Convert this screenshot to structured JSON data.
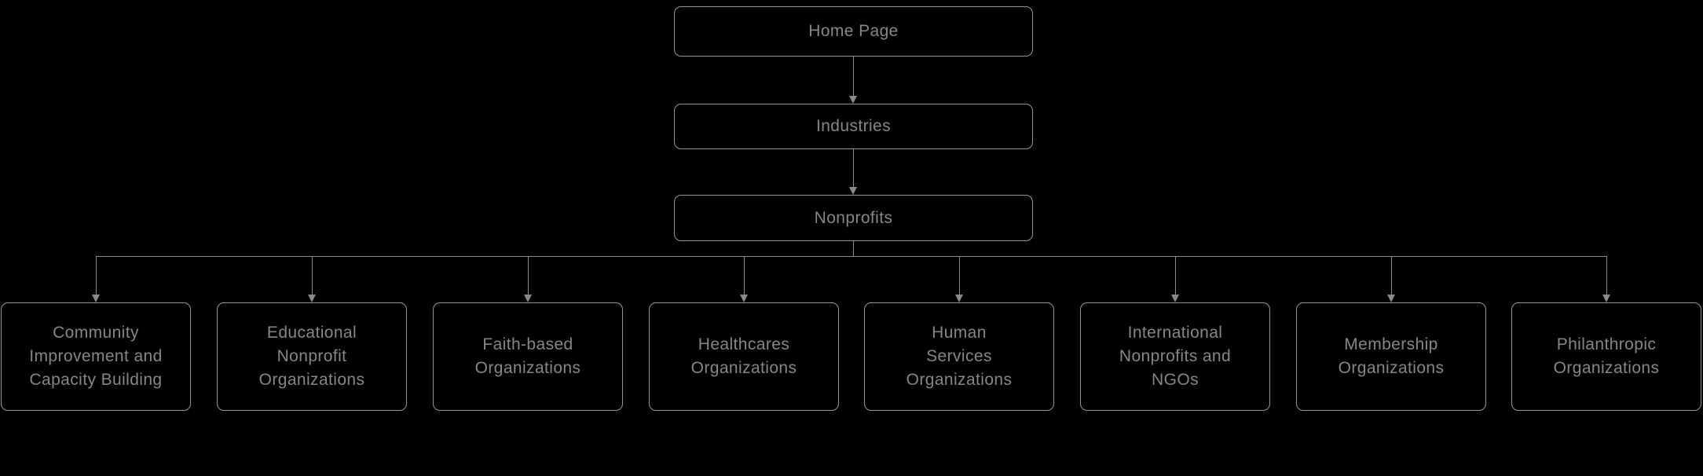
{
  "diagram": {
    "type": "sitemap-flowchart",
    "levels": [
      {
        "label": "Home Page"
      },
      {
        "label": "Industries"
      },
      {
        "label": "Nonprofits"
      }
    ],
    "children": [
      {
        "label": "Community\nImprovement and\nCapacity Building"
      },
      {
        "label": "Educational\nNonprofit\nOrganizations"
      },
      {
        "label": "Faith-based\nOrganizations"
      },
      {
        "label": "Healthcares\nOrganizations"
      },
      {
        "label": "Human\nServices\nOrganizations"
      },
      {
        "label": "International\nNonprofits and\nNGOs"
      },
      {
        "label": "Membership\nOrganizations"
      },
      {
        "label": "Philanthropic\nOrganizations"
      }
    ],
    "colors": {
      "background": "#000000",
      "node_border": "#979797",
      "node_fill": "#000000",
      "text": "#868686",
      "connector_line": "#8a8a8a"
    }
  }
}
